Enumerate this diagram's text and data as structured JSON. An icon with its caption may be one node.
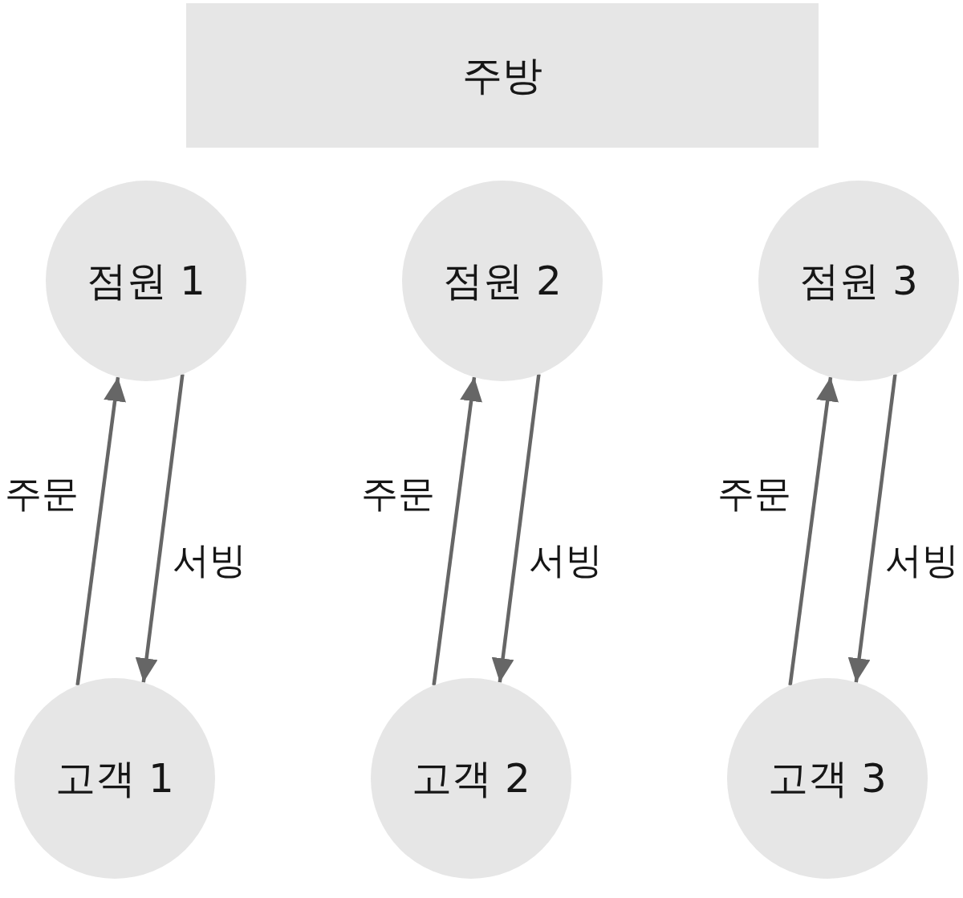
{
  "diagram": {
    "nodes": [
      {
        "text": [
          "주방"
        ]
      },
      {
        "text": [
          "점원 1"
        ]
      },
      {
        "text": [
          "점원 2"
        ]
      },
      {
        "text": [
          "점원 3"
        ]
      },
      {
        "text": [
          "고객 1"
        ]
      },
      {
        "text": [
          "고객 2"
        ]
      },
      {
        "text": [
          "고객 3"
        ]
      }
    ],
    "edges": [
      {
        "from": 4,
        "to": 1,
        "arrow": "to",
        "label": "주문"
      },
      {
        "from": 1,
        "to": 4,
        "arrow": "to",
        "label": "서빙"
      },
      {
        "from": 5,
        "to": 2,
        "arrow": "to",
        "label": "주문"
      },
      {
        "from": 2,
        "to": 5,
        "arrow": "to",
        "label": "서빙"
      },
      {
        "from": 6,
        "to": 3,
        "arrow": "to",
        "label": "주문"
      },
      {
        "from": 3,
        "to": 6,
        "arrow": "to",
        "label": "서빙"
      }
    ]
  }
}
